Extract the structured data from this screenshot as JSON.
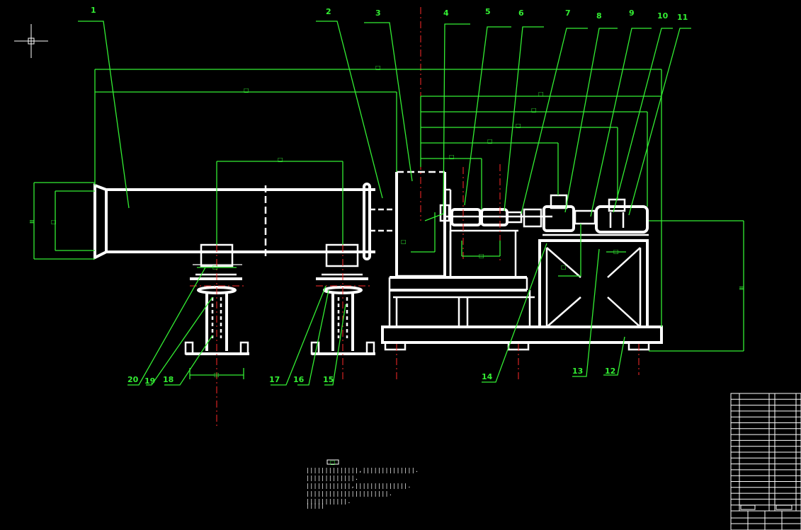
{
  "drawing": {
    "colors": {
      "background": "#000000",
      "outline": "#ffffff",
      "leaders": "#33ee33",
      "centerlines": "#ff2a2a"
    },
    "cursor_icon": "crosshair-cursor-icon",
    "part_labels": [
      "1",
      "2",
      "3",
      "4",
      "5",
      "6",
      "7",
      "8",
      "9",
      "10",
      "11",
      "12",
      "13",
      "14",
      "15",
      "16",
      "17",
      "18",
      "19",
      "20"
    ],
    "dimension_marks": [
      "□",
      "□",
      "□",
      "□",
      "□",
      "□",
      "□",
      "□",
      "□",
      "□",
      "□",
      "□",
      "□",
      "□",
      "□"
    ],
    "vertical_dims": [
      "Ⅲ",
      "Ⅲ"
    ],
    "notes_title": "□",
    "notes_lines": [
      "||||||||||||||,||||||||||||||.",
      "|||||||||||||.",
      "||||||||||||,||||||||||||||.",
      "||||||||||||||||||||||.",
      "|||||||||||.",
      "|||||"
    ]
  }
}
